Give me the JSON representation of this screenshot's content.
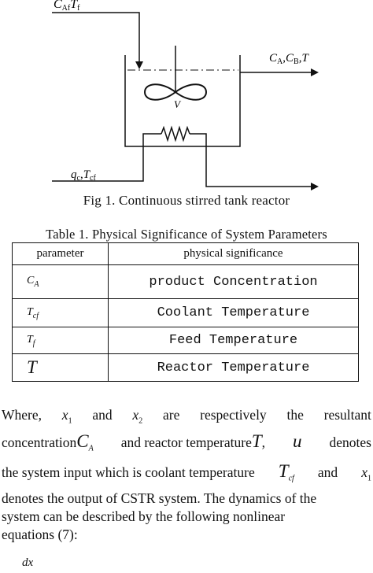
{
  "figure": {
    "inlet_label_main": "C",
    "inlet_label_sub1": "Af",
    "inlet_label_t": "T",
    "inlet_label_sub2": "f",
    "outlet_label": "CA,CB,T",
    "outlet_c1": "C",
    "outlet_s1": "A",
    "outlet_c2": "C",
    "outlet_s2": "B",
    "outlet_t": "T",
    "volume_label": "V",
    "coolant_q": "q",
    "coolant_q_sub": "c",
    "coolant_t": "T",
    "coolant_t_sub": "cf",
    "caption": "Fig 1.  Continuous  stirred  tank  reactor"
  },
  "table": {
    "title": "Table 1. Physical Significance of System Parameters",
    "headers": [
      "parameter",
      "physical significance"
    ],
    "rows": [
      {
        "symbol": "C",
        "symbol_sub": "A",
        "meaning": "product Concentration"
      },
      {
        "symbol": "T",
        "symbol_sub": "cf",
        "meaning": "Coolant Temperature"
      },
      {
        "symbol": "T",
        "symbol_sub": "f",
        "meaning": "Feed Temperature"
      },
      {
        "symbol": "T",
        "symbol_sub": "",
        "meaning": "Reactor Temperature"
      }
    ]
  },
  "text": {
    "where": "Where,",
    "x": "x",
    "one": "1",
    "two": "2",
    "and": "and",
    "are": "are",
    "respectively": "respectively",
    "the": "the",
    "resultant": "resultant",
    "concentration": "concentration",
    "c": "C",
    "a": "A",
    "and_reactor_temperature": "and  reactor temperature",
    "t": "T",
    "comma": ",",
    "u": "u",
    "denotes": "denotes",
    "line3": "the system input which is coolant temperature",
    "cf": "cf",
    "and2": "and",
    "line4": "denotes the output of CSTR system. The dynamics of the",
    "line5": "system can be described by the following nonlinear",
    "line6": "equations (7):",
    "partial": "dx"
  }
}
